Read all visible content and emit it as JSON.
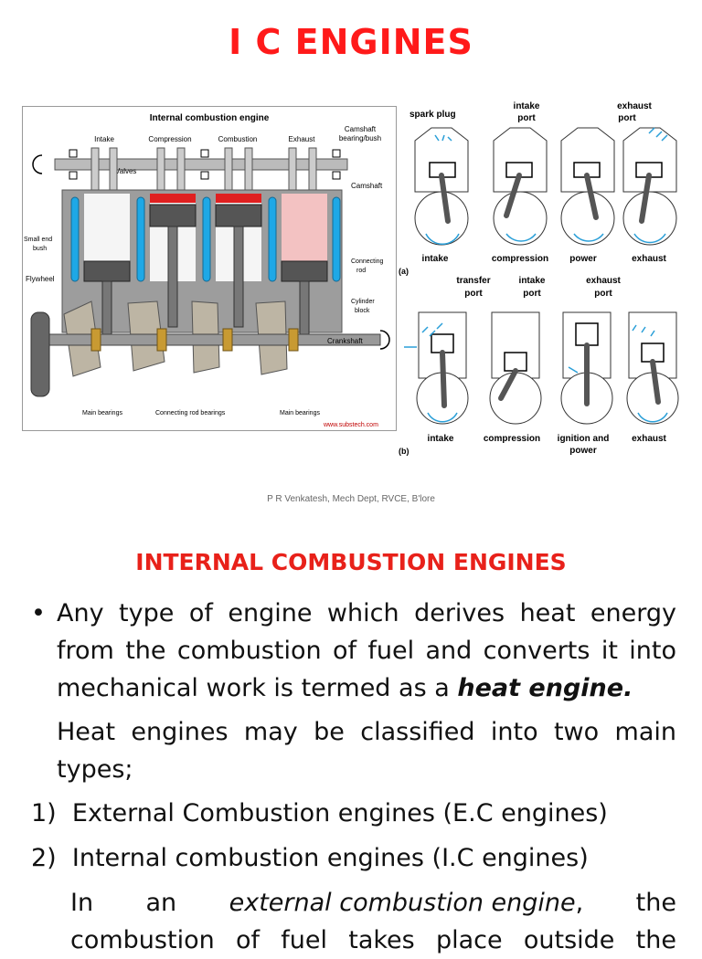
{
  "slide1": {
    "title": "I C ENGINES",
    "footer": "P R Venkatesh, Mech Dept, RVCE, B'lore",
    "fig_left": {
      "title": "Internal combustion engine",
      "labels": {
        "intake": "Intake",
        "compression": "Compression",
        "combustion": "Combustion",
        "exhaust": "Exhaust",
        "camshaft_bearing": [
          "Camshaft",
          "bearing/bush"
        ],
        "valves": "Valves",
        "camshaft": "Camshaft",
        "small_end": [
          "Small end",
          "bush"
        ],
        "flywheel": "Flywheel",
        "connecting_rod": [
          "Connecting",
          "rod"
        ],
        "cylinder_block": [
          "Cylinder",
          "block"
        ],
        "crankshaft": "Crankshaft",
        "main_bearings_left": "Main bearings",
        "conrod_bearings": "Connecting rod bearings",
        "main_bearings_right": "Main bearings",
        "website": "www.substech.com"
      }
    },
    "fig_right": {
      "top_labels": {
        "spark_plug": "spark plug",
        "intake_port": [
          "intake",
          "port"
        ],
        "exhaust_port": [
          "exhaust",
          "port"
        ]
      },
      "row_a": [
        "intake",
        "compression",
        "power",
        "exhaust"
      ],
      "tag_a": "(a)",
      "mid_labels": {
        "transfer_port": [
          "transfer",
          "port"
        ],
        "intake_port": [
          "intake",
          "port"
        ],
        "exhaust_port": [
          "exhaust",
          "port"
        ]
      },
      "row_b": [
        "intake",
        "compression",
        "ignition and",
        "power",
        "exhaust"
      ],
      "tag_b": "(b)"
    }
  },
  "slide2": {
    "title": "INTERNAL COMBUSTION ENGINES",
    "bullet": "•",
    "p1": {
      "line1": "Any type of engine which derives heat energy",
      "line2": "from the combustion of fuel and converts it into",
      "line3_plain": "mechanical work is termed as a ",
      "line3_emph": "heat engine."
    },
    "p2": {
      "line1": "Heat engines may be classified into two main",
      "line2": "types;"
    },
    "list": [
      {
        "num": "1)",
        "text": "External Combustion engines (E.C engines)"
      },
      {
        "num": "2)",
        "text": "Internal combustion engines (I.C engines)"
      }
    ],
    "p3": {
      "w1": "In",
      "w2": "an",
      "w3": "external combustion engine",
      "w4": ",",
      "w5": "the",
      "line2": "combustion of fuel takes place outside the"
    }
  }
}
